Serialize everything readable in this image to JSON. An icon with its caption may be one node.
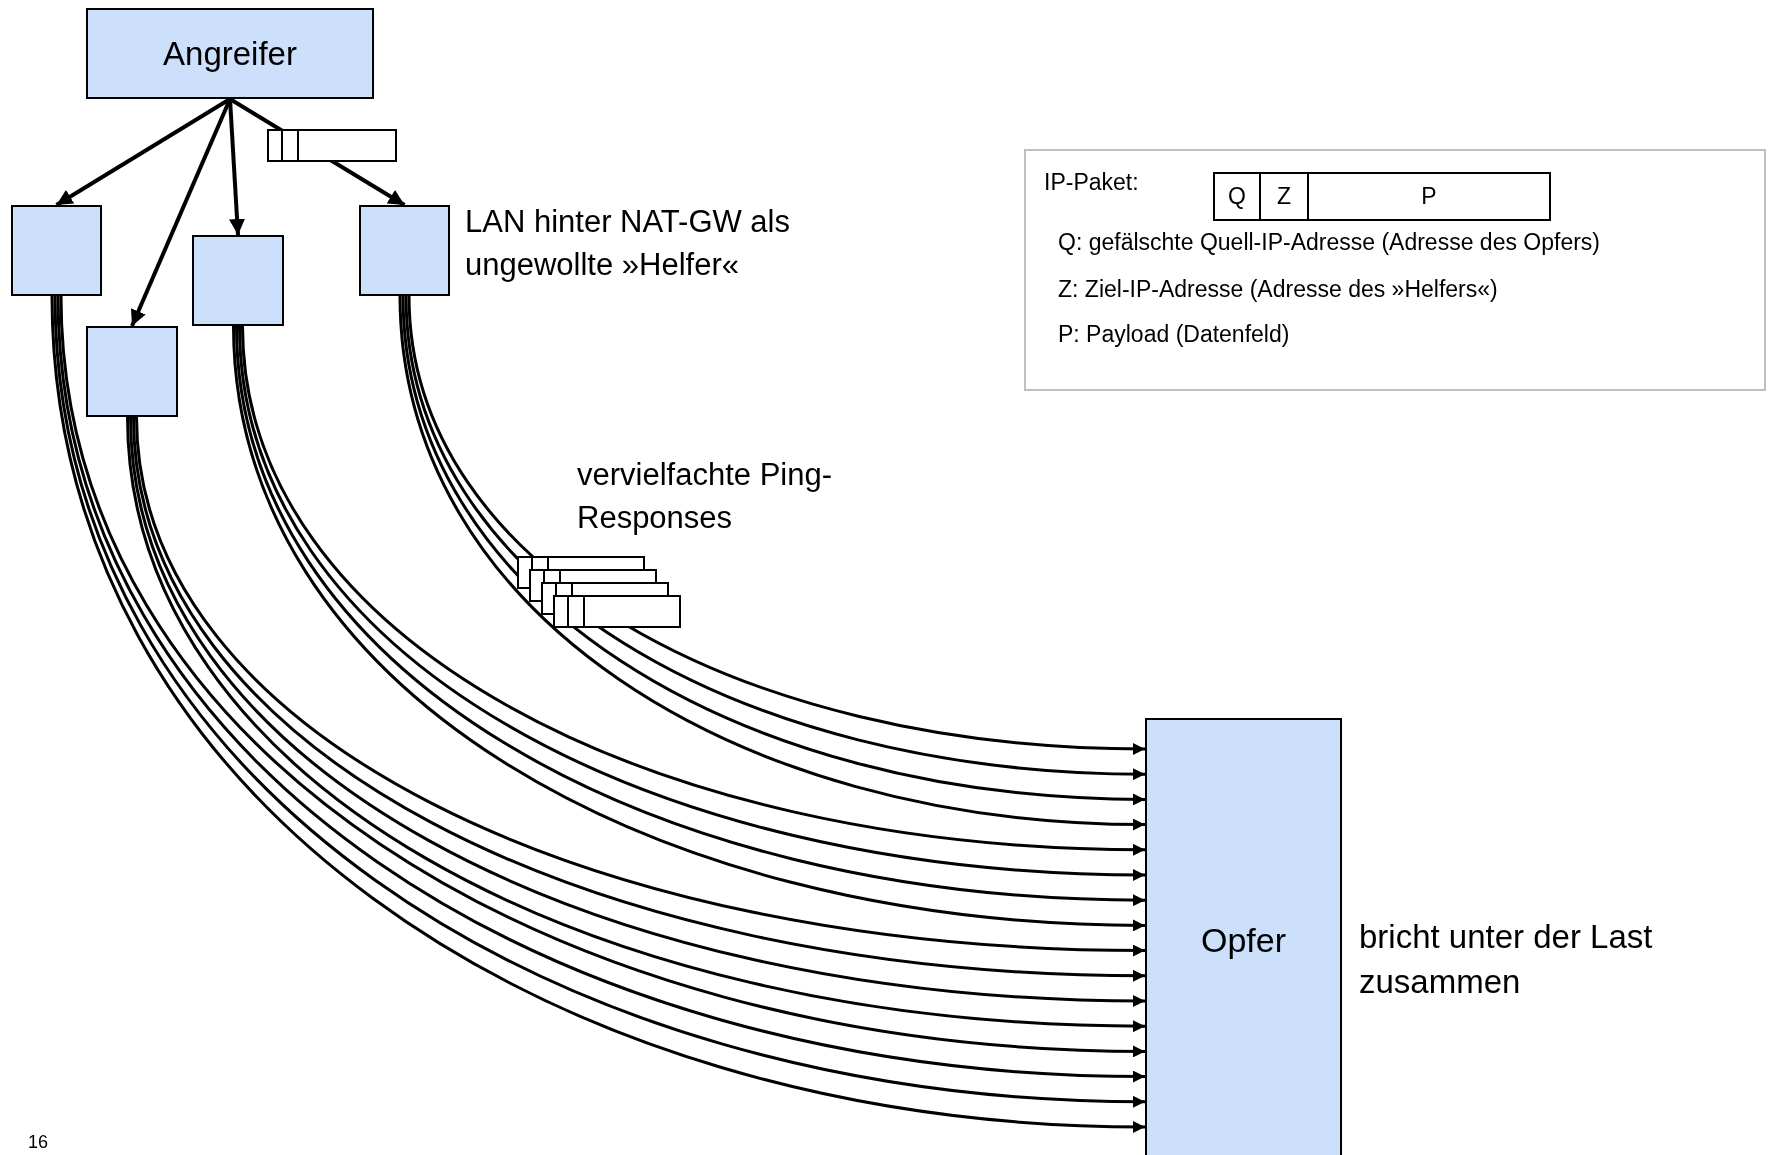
{
  "diagram": {
    "nodes": [
      {
        "text": [
          "Angreifer"
        ]
      },
      {
        "text": [],
        "shape": "box"
      },
      {
        "text": [],
        "shape": "box"
      },
      {
        "text": [],
        "shape": "box"
      },
      {
        "text": [],
        "shape": "box"
      },
      {
        "text": [
          "Opfer"
        ],
        "beside": [
          "bricht unter der Last zusammen"
        ]
      },
      {
        "text": [
          "IP-Paket:",
          "Q: gefälschte Quell-IP-Adresse (Adresse des Opfers)",
          "Z: Ziel-IP-Adresse (Adresse des »Helfers«)",
          "P: Payload (Datenfeld)"
        ]
      },
      {
        "text": [
          "Q"
        ],
        "in": 6
      },
      {
        "text": [
          "Z"
        ],
        "in": 6
      },
      {
        "text": [
          "P"
        ],
        "in": 6
      }
    ],
    "edges": [
      {
        "from": 0,
        "to": 1,
        "arrow": "to"
      },
      {
        "from": 0,
        "to": 2,
        "arrow": "to"
      },
      {
        "from": 0,
        "to": 3,
        "arrow": "to"
      },
      {
        "from": 0,
        "to": 4,
        "arrow": "to"
      },
      {
        "from": 1,
        "to": 5,
        "arrow": "to"
      },
      {
        "from": 1,
        "to": 5,
        "arrow": "to"
      },
      {
        "from": 1,
        "to": 5,
        "arrow": "to"
      },
      {
        "from": 1,
        "to": 5,
        "arrow": "to"
      },
      {
        "from": 2,
        "to": 5,
        "arrow": "to"
      },
      {
        "from": 2,
        "to": 5,
        "arrow": "to"
      },
      {
        "from": 2,
        "to": 5,
        "arrow": "to"
      },
      {
        "from": 2,
        "to": 5,
        "arrow": "to"
      },
      {
        "from": 3,
        "to": 5,
        "arrow": "to"
      },
      {
        "from": 3,
        "to": 5,
        "arrow": "to"
      },
      {
        "from": 3,
        "to": 5,
        "arrow": "to"
      },
      {
        "from": 3,
        "to": 5,
        "arrow": "to"
      },
      {
        "from": 4,
        "to": 5,
        "arrow": "to"
      },
      {
        "from": 4,
        "to": 5,
        "arrow": "to"
      },
      {
        "from": 4,
        "to": 5,
        "arrow": "to"
      },
      {
        "from": 4,
        "to": 5,
        "arrow": "to"
      }
    ],
    "labels": [
      "LAN hinter NAT-GW als ungewollte »Helfer«",
      "vervielfachte Ping-Responses",
      "16"
    ]
  }
}
